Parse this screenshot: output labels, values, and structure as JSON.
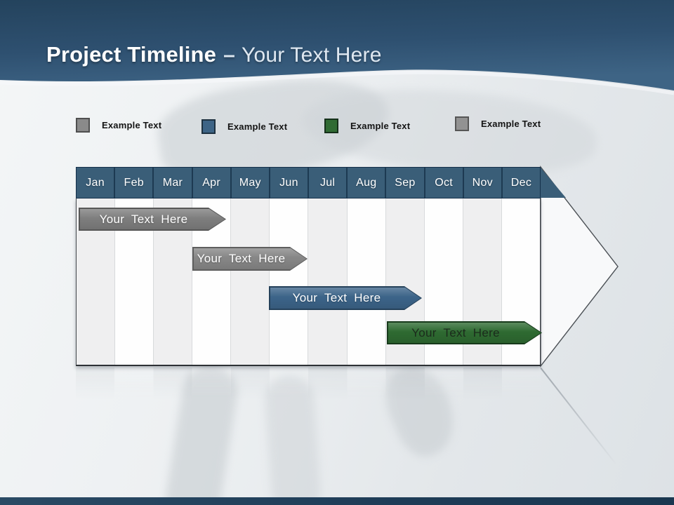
{
  "slide": {
    "title": {
      "emphasis": "Project Timeline",
      "separator": "–",
      "placeholder": "Your Text Here"
    }
  },
  "legend": {
    "items": [
      {
        "label": "Example Text",
        "color": "#8a8a8a",
        "border": "#4f4f4f"
      },
      {
        "label": "Example Text",
        "color": "#3d6486",
        "border": "#1d3140"
      },
      {
        "label": "Example Text",
        "color": "#306b33",
        "border": "#15301a"
      },
      {
        "label": "Example Text",
        "color": "#929292",
        "border": "#565656"
      }
    ]
  },
  "timeline": {
    "months": [
      "Jan",
      "Feb",
      "Mar",
      "Apr",
      "May",
      "Jun",
      "Jul",
      "Aug",
      "Sep",
      "Oct",
      "Nov",
      "Dec"
    ],
    "header_color": "#3a5e78",
    "bars": [
      {
        "label": "Your Text Here",
        "fill": "#7e7e7e",
        "border": "#575757",
        "text_color": "#ffffff",
        "span": "Jan – Apr"
      },
      {
        "label": "Your Text Here",
        "fill": "#878787",
        "border": "#5e5e5e",
        "text_color": "#ffffff",
        "span": "Apr – Jun"
      },
      {
        "label": "Your Text Here",
        "fill": "#3c6489",
        "border": "#25415a",
        "text_color": "#ffffff",
        "span": "Jun – Sep"
      },
      {
        "label": "Your Text Here",
        "fill": "#2e6a31",
        "border": "#173a1b",
        "text_color": "#1b2b1c",
        "span": "Sep – Dec"
      }
    ]
  }
}
